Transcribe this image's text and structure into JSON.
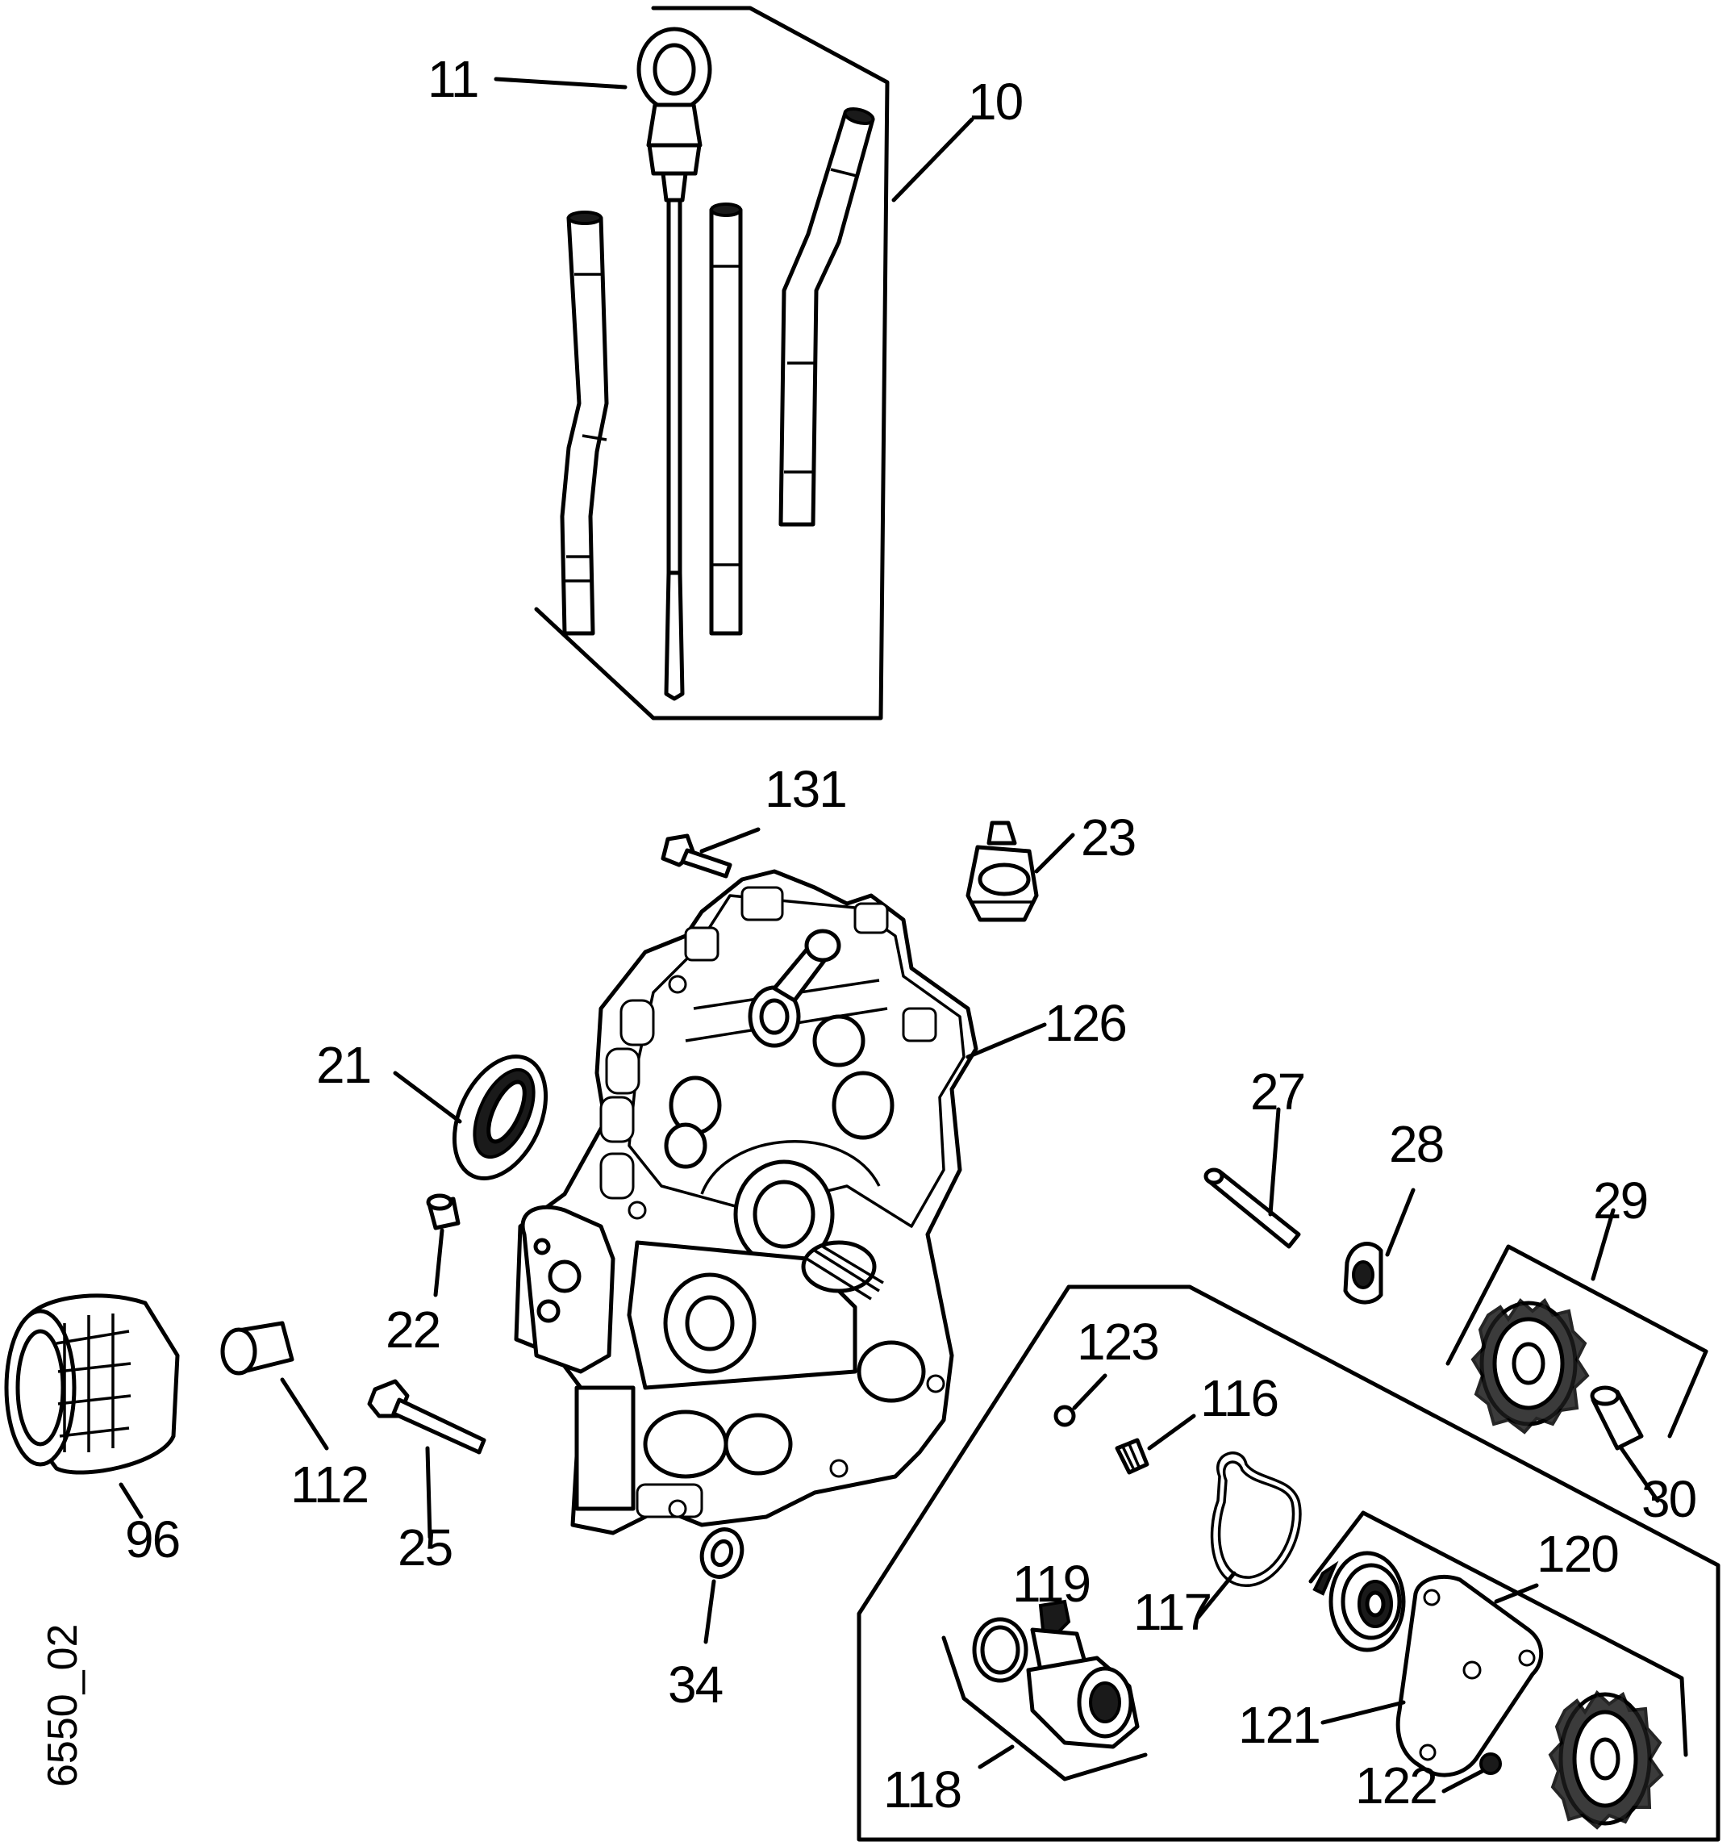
{
  "figure_code": "6550_02",
  "callouts": {
    "c11": "11",
    "c10": "10",
    "c131": "131",
    "c23": "23",
    "c126": "126",
    "c21": "21",
    "c22": "22",
    "c27": "27",
    "c28": "28",
    "c29": "29",
    "c30": "30",
    "c123": "123",
    "c116": "116",
    "c96": "96",
    "c112": "112",
    "c25": "25",
    "c34": "34",
    "c117": "117",
    "c119": "119",
    "c120": "120",
    "c121": "121",
    "c118": "118",
    "c122": "122"
  }
}
